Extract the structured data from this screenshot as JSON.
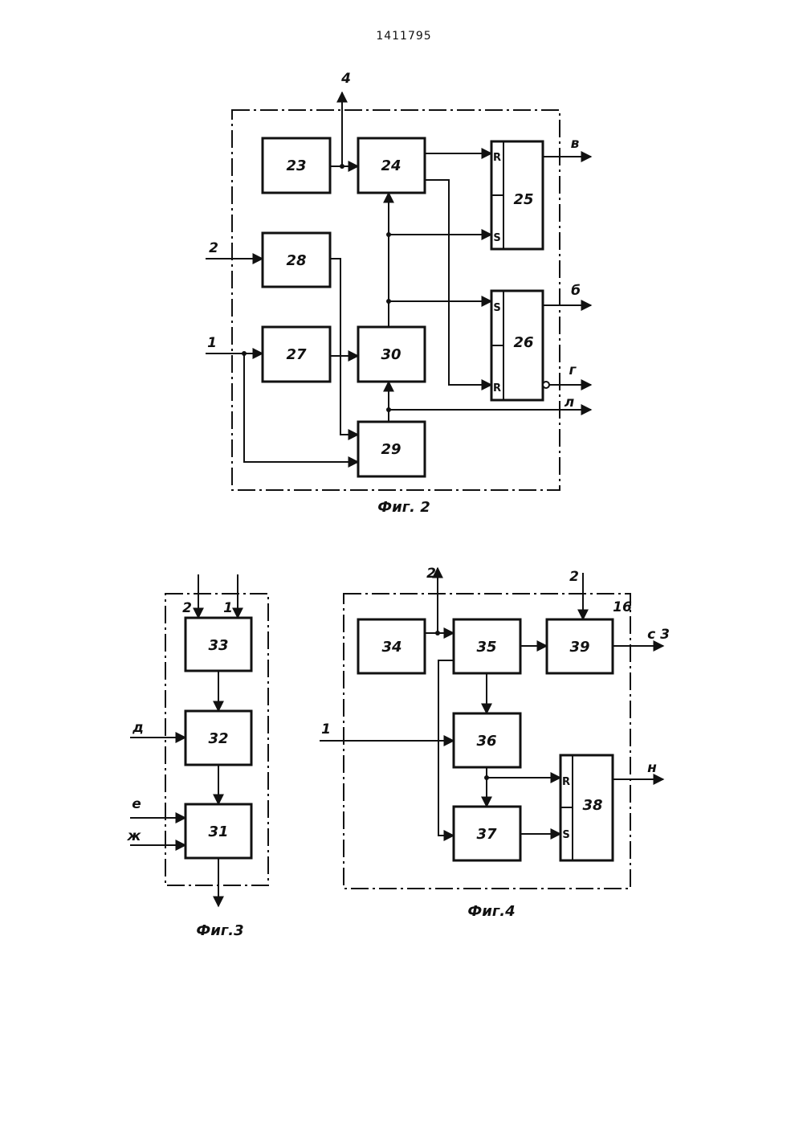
{
  "document_number": "1411795",
  "fig2": {
    "caption": "Фиг. 2",
    "blocks": {
      "b23": "23",
      "b24": "24",
      "b25": "25",
      "b26": "26",
      "b27": "27",
      "b28": "28",
      "b29": "29",
      "b30": "30"
    },
    "pins": {
      "r25": "R",
      "s25": "S",
      "s26": "S",
      "r26": "R"
    },
    "inputs": {
      "in2": "2",
      "in1": "1"
    },
    "outputs": {
      "out4": "4",
      "out_v": "в",
      "out_b": "б",
      "out_g": "г",
      "out_l": "л"
    }
  },
  "fig3": {
    "caption": "Фиг.3",
    "blocks": {
      "b31": "31",
      "b32": "32",
      "b33": "33"
    },
    "inputs": {
      "in2": "2",
      "in1": "1",
      "in_d": "д",
      "in_e": "е",
      "in_zh": "ж"
    }
  },
  "fig4": {
    "caption": "Фиг.4",
    "frame_label": "16",
    "blocks": {
      "b34": "34",
      "b35": "35",
      "b36": "36",
      "b37": "37",
      "b38": "38",
      "b39": "39"
    },
    "pins": {
      "r38": "R",
      "s38": "S"
    },
    "inputs": {
      "in2_top": "2",
      "in2_right": "2",
      "in1": "1"
    },
    "outputs": {
      "out_c3": "с 3",
      "out_n": "н"
    }
  }
}
